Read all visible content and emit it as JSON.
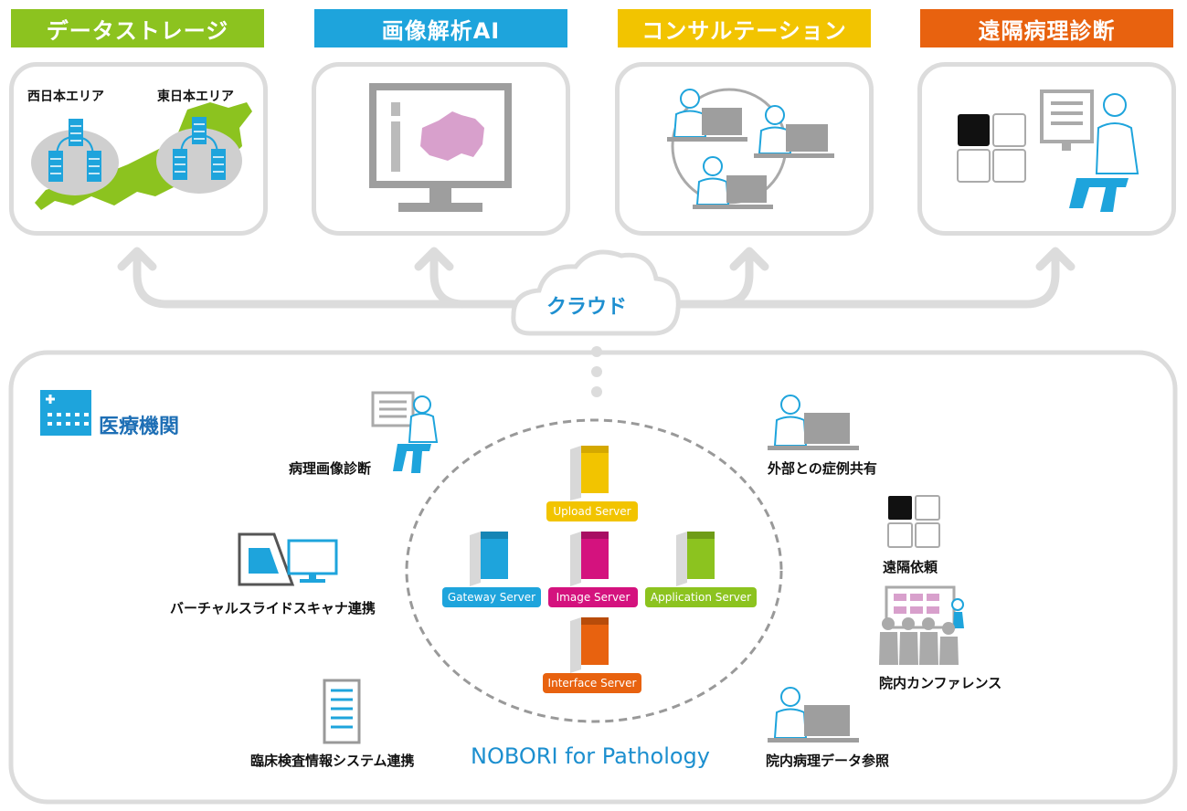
{
  "services": [
    {
      "label": "データストレージ",
      "color": "#8cc31f"
    },
    {
      "label": "画像解析AI",
      "color": "#1ea4dc"
    },
    {
      "label": "コンサルテーション",
      "color": "#f2c400"
    },
    {
      "label": "遠隔病理診断",
      "color": "#e8620f"
    }
  ],
  "storage": {
    "west": "西日本エリア",
    "east": "東日本エリア"
  },
  "cloud": {
    "label": "クラウド"
  },
  "hospital": {
    "title": "医療機関"
  },
  "left_items": {
    "pathology_diagnosis": "病理画像診断",
    "scanner": "バーチャルスライドスキャナ連携",
    "lis": "臨床検査情報システム連携"
  },
  "right_items": {
    "case_sharing": "外部との症例共有",
    "remote_request": "遠隔依頼",
    "conference": "院内カンファレンス",
    "data_reference": "院内病理データ参照"
  },
  "servers": {
    "upload": {
      "label": "Upload Server",
      "color": "#f2c400"
    },
    "gateway": {
      "label": "Gateway Server",
      "color": "#1ea4dc"
    },
    "image": {
      "label": "Image Server",
      "color": "#d4127e"
    },
    "application": {
      "label": "Application Server",
      "color": "#8cc31f"
    },
    "interface": {
      "label": "Interface Server",
      "color": "#e8620f"
    }
  },
  "product": {
    "name": "NOBORI for Pathology",
    "color": "#1c8fcf"
  }
}
